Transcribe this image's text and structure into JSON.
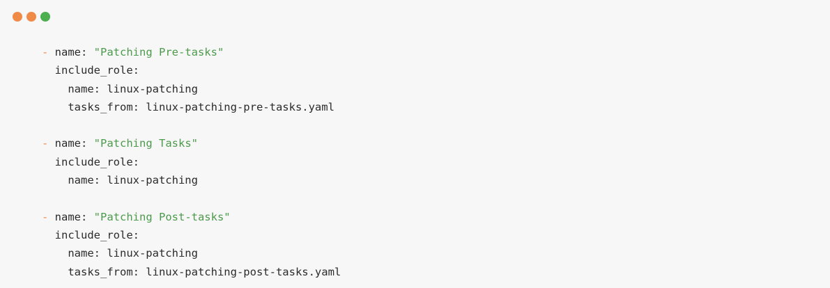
{
  "window": {
    "controls": [
      {
        "name": "close",
        "color": "#f08a47"
      },
      {
        "name": "minimize",
        "color": "#f08a47"
      },
      {
        "name": "maximize",
        "color": "#4caf50"
      }
    ]
  },
  "colors": {
    "dash": "#f08a47",
    "string": "#4c9a4c",
    "text": "#2b2b2b"
  },
  "code": {
    "lines": [
      {
        "indent": "",
        "dash": "-",
        "key": " name: ",
        "string": "\"Patching Pre-tasks\"",
        "text": ""
      },
      {
        "indent": "  ",
        "dash": "",
        "key": "",
        "string": "",
        "text": "include_role:"
      },
      {
        "indent": "    ",
        "dash": "",
        "key": "",
        "string": "",
        "text": "name: linux-patching"
      },
      {
        "indent": "    ",
        "dash": "",
        "key": "",
        "string": "",
        "text": "tasks_from: linux-patching-pre-tasks.yaml"
      },
      {
        "indent": "",
        "dash": "",
        "key": "",
        "string": "",
        "text": ""
      },
      {
        "indent": "",
        "dash": "-",
        "key": " name: ",
        "string": "\"Patching Tasks\"",
        "text": ""
      },
      {
        "indent": "  ",
        "dash": "",
        "key": "",
        "string": "",
        "text": "include_role:"
      },
      {
        "indent": "    ",
        "dash": "",
        "key": "",
        "string": "",
        "text": "name: linux-patching"
      },
      {
        "indent": "",
        "dash": "",
        "key": "",
        "string": "",
        "text": ""
      },
      {
        "indent": "",
        "dash": "-",
        "key": " name: ",
        "string": "\"Patching Post-tasks\"",
        "text": ""
      },
      {
        "indent": "  ",
        "dash": "",
        "key": "",
        "string": "",
        "text": "include_role:"
      },
      {
        "indent": "    ",
        "dash": "",
        "key": "",
        "string": "",
        "text": "name: linux-patching"
      },
      {
        "indent": "    ",
        "dash": "",
        "key": "",
        "string": "",
        "text": "tasks_from: linux-patching-post-tasks.yaml"
      }
    ]
  }
}
